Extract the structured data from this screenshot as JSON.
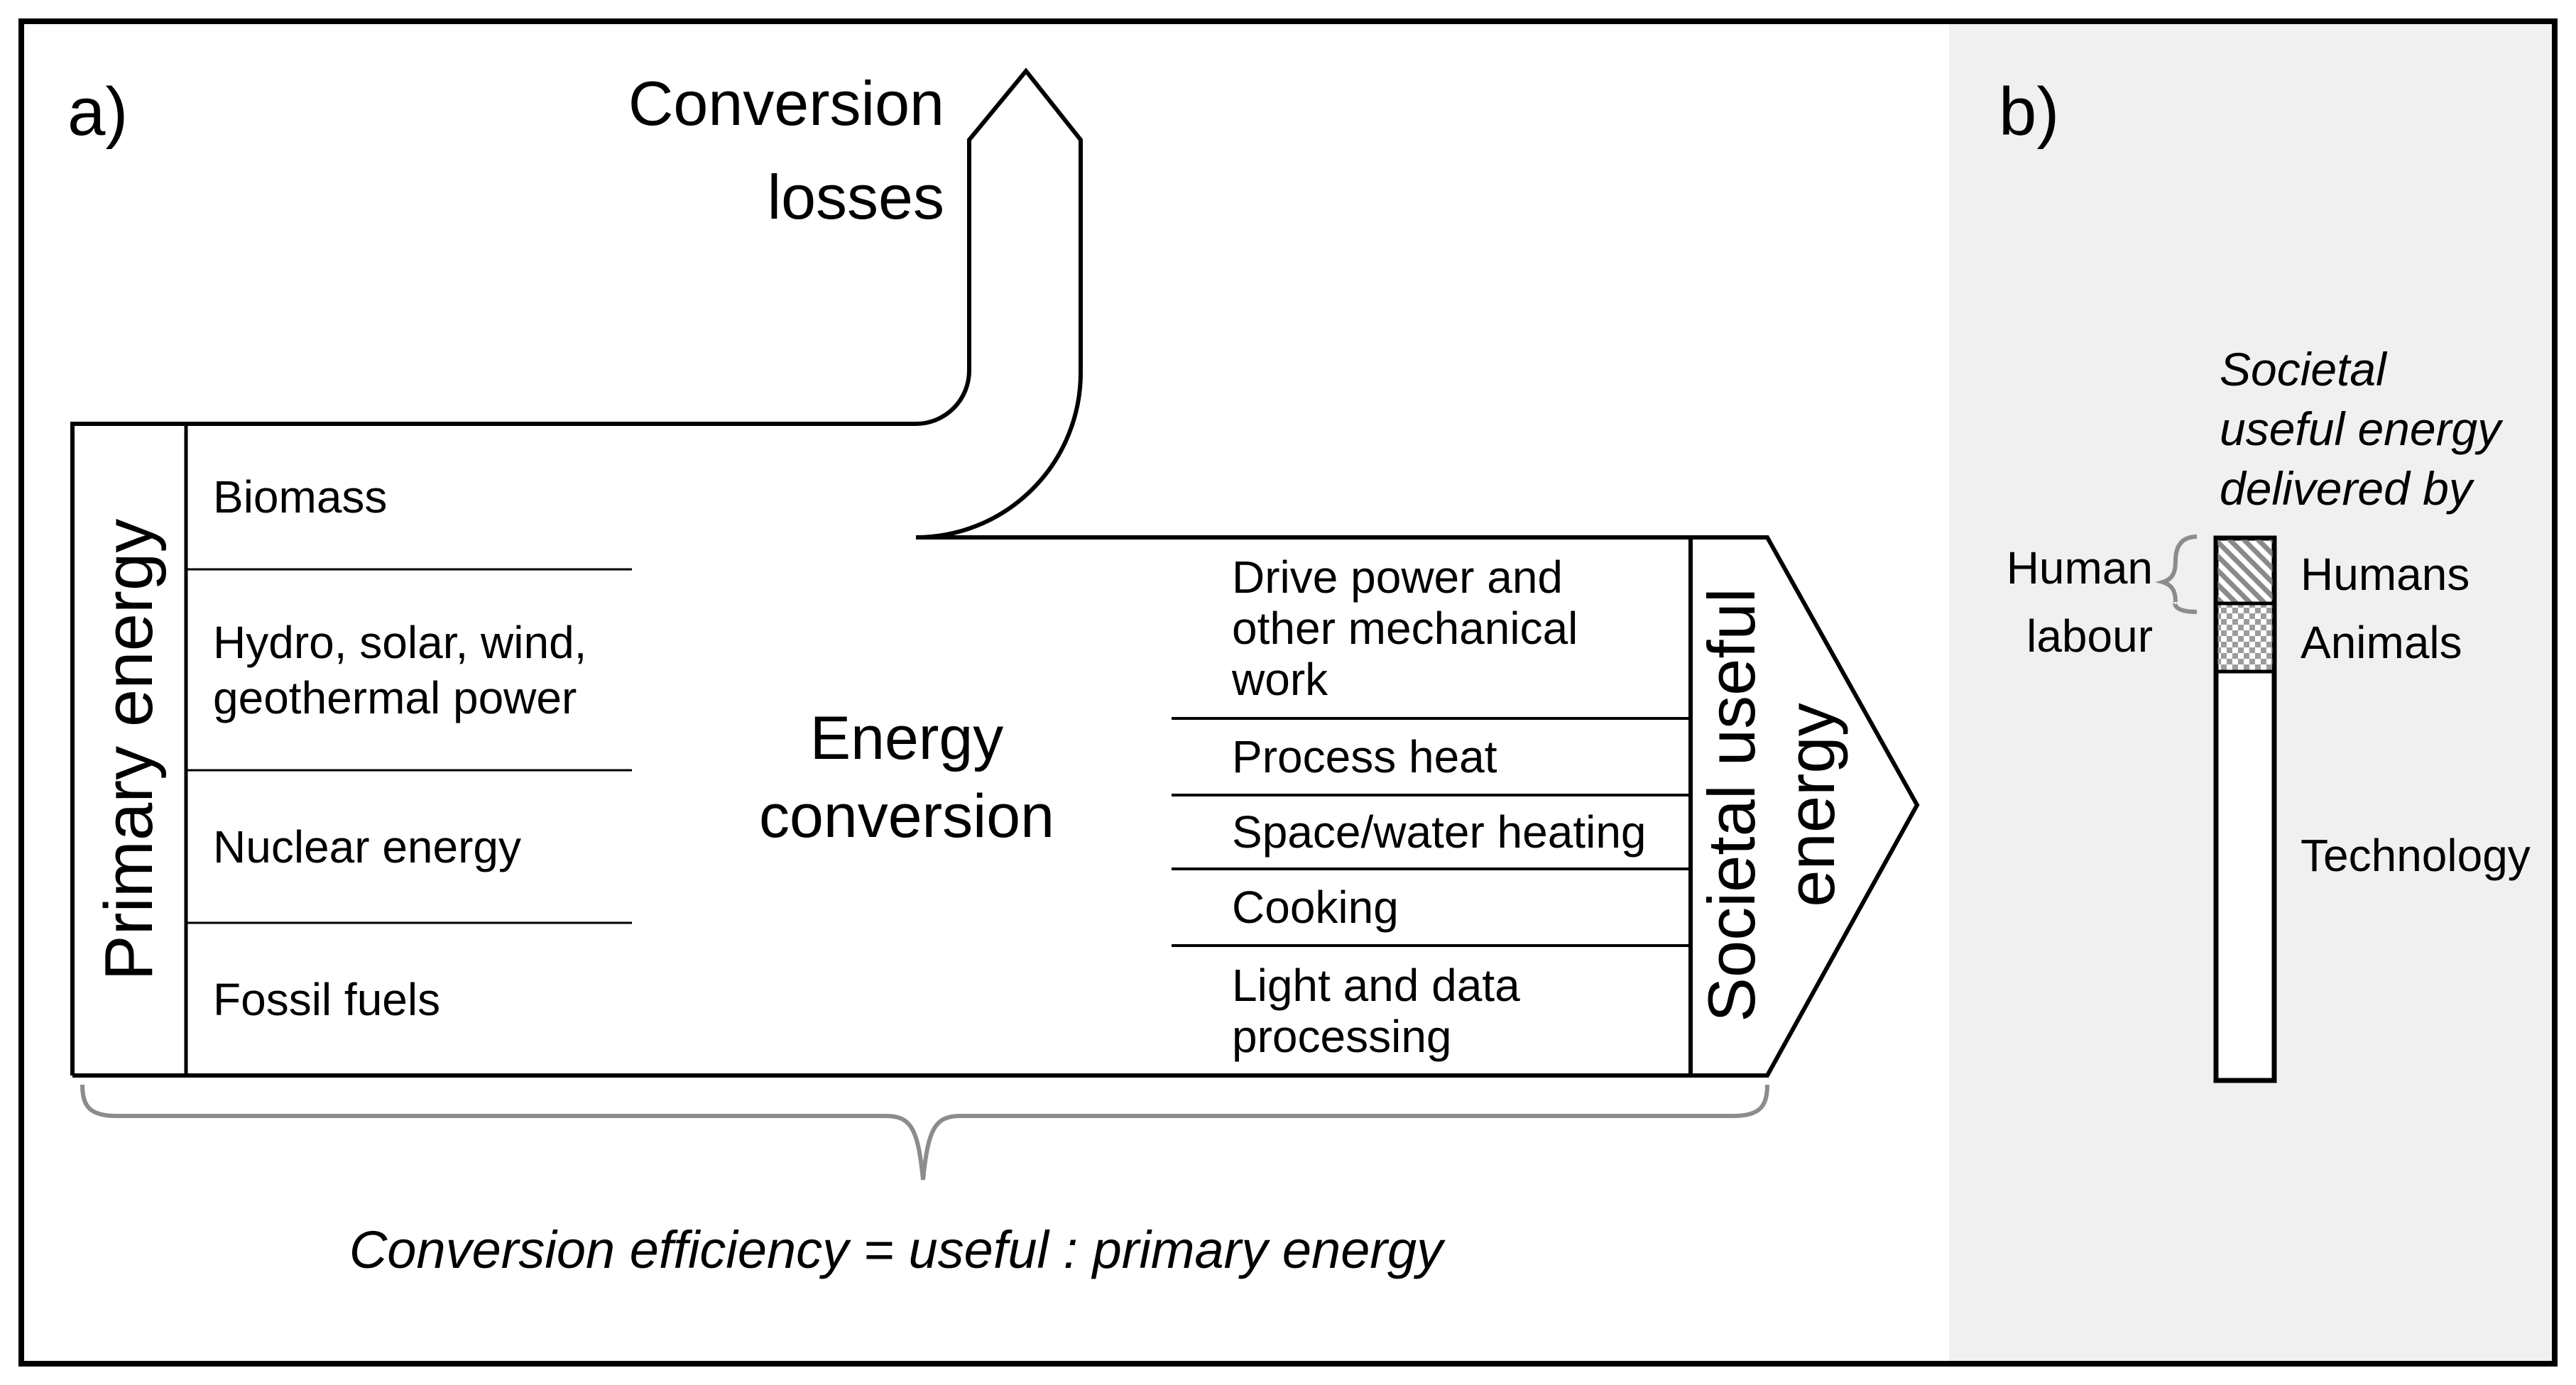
{
  "panel_a": {
    "label": "a)",
    "losses_arrow_label_lines": [
      "Conversion",
      "losses"
    ],
    "primary_energy_axis_label": "Primary energy",
    "primary_sources": [
      "Biomass",
      "Hydro, solar, wind, geothermal power",
      "Nuclear energy",
      "Fossil fuels"
    ],
    "conversion_label_lines": [
      "Energy",
      "conversion"
    ],
    "useful_categories": [
      "Drive power and other mechanical work",
      "Process heat",
      "Space/water heating",
      "Cooking",
      "Light and data processing"
    ],
    "output_arrow_label_lines": [
      "Societal useful",
      "energy"
    ],
    "efficiency_formula": "Conversion efficiency = useful : primary energy"
  },
  "panel_b": {
    "label": "b)",
    "title_lines": [
      "Societal",
      "useful energy",
      "delivered by"
    ],
    "brace_label_lines": [
      "Human",
      "labour"
    ],
    "bar_segments": [
      "Humans",
      "Animals",
      "Technology"
    ]
  },
  "colors": {
    "background": "#ffffff",
    "panel_b_background": "#f0f0f0",
    "line": "#000000",
    "brace_gray": "#8c8c8c",
    "hatch_gray": "#8a8a8a",
    "checker_gray": "#9c9c9c"
  }
}
